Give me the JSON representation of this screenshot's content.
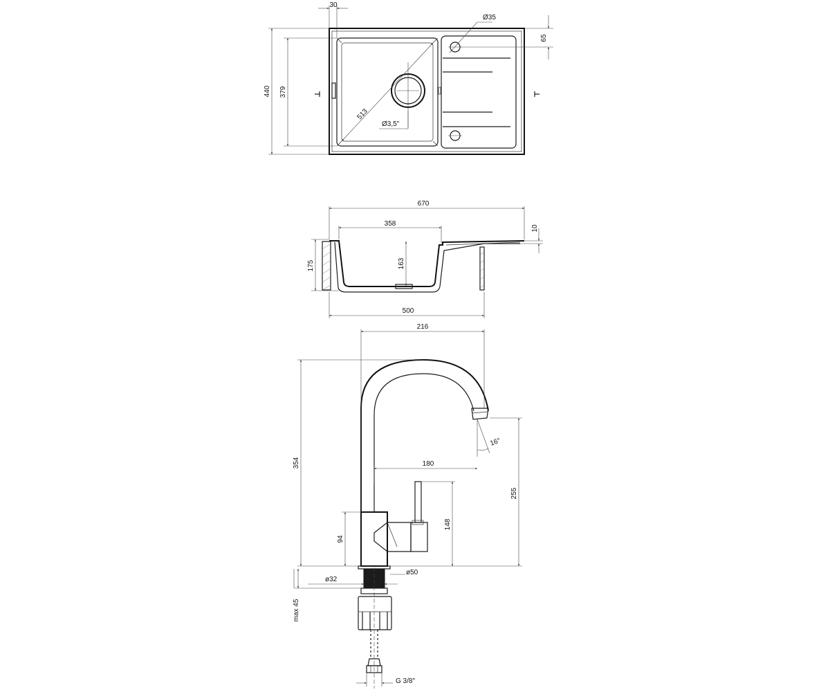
{
  "colors": {
    "line": "#1a1a1a",
    "background": "#ffffff",
    "dark_fill": "#1c1c1c"
  },
  "top_view": {
    "offset_30": "30",
    "drain_hole": "Ø35",
    "hole_offset": "65",
    "depth_440": "440",
    "inner_379": "379",
    "diagonal_513": "513",
    "drain_size": "Ø3,5\""
  },
  "section_view": {
    "width_670": "670",
    "bowl_358": "358",
    "rim_10": "10",
    "height_175": "175",
    "depth_163": "163",
    "cabinet_500": "500"
  },
  "faucet": {
    "reach_216": "216",
    "height_354": "354",
    "angle_16": "16°",
    "spout_180": "180",
    "spout_height_255": "255",
    "lever_148": "148",
    "body_94": "94",
    "base_50": "ø50",
    "shank_32": "ø32",
    "max_45": "max 45",
    "thread": "G 3/8\""
  }
}
